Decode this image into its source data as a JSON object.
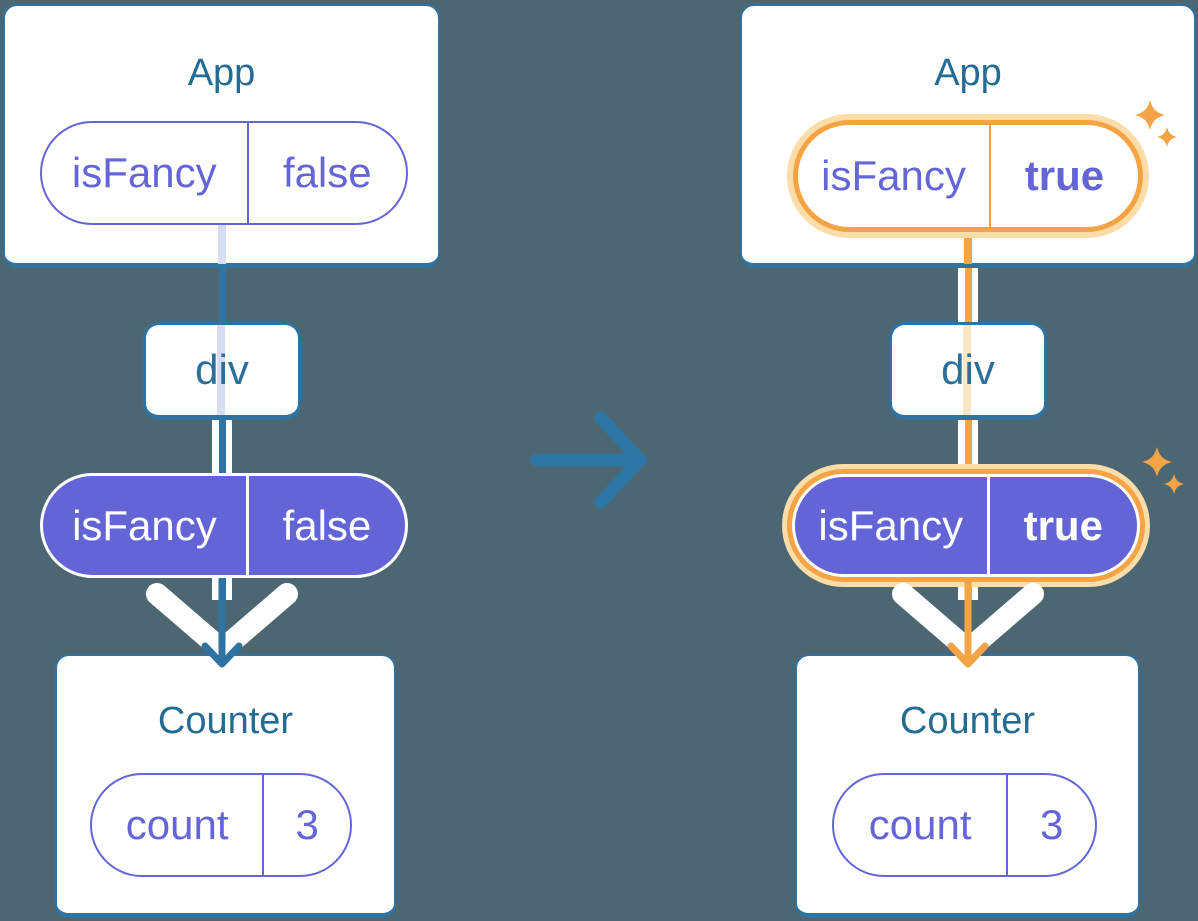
{
  "canvas": {
    "background": "#4D6772"
  },
  "colors": {
    "card_border": "#2E73A1",
    "title_text": "#256C92",
    "purple_text": "#6466D8",
    "purple_fill": "#6365D6",
    "teal_line": "#2E73A1",
    "lavender_line": "#D7DEF3",
    "peach_line": "#FAE7C5",
    "orange_highlight": "#F4A445",
    "orange_glow": "#FBDDA9",
    "arrow_white": "#FFFFFF"
  },
  "icons": {
    "sparkle": "four-point-star",
    "transition_arrow": "right-arrow",
    "flow_arrow": "down-chevron-arrow"
  },
  "left_tree": {
    "app": {
      "title": "App",
      "prop": {
        "name": "isFancy",
        "value": "false"
      }
    },
    "div_box": {
      "label": "div"
    },
    "prop_pill": {
      "name": "isFancy",
      "value": "false"
    },
    "counter": {
      "title": "Counter",
      "state": {
        "name": "count",
        "value": "3"
      }
    }
  },
  "right_tree": {
    "app": {
      "title": "App",
      "prop": {
        "name": "isFancy",
        "value": "true"
      }
    },
    "div_box": {
      "label": "div"
    },
    "prop_pill": {
      "name": "isFancy",
      "value": "true"
    },
    "counter": {
      "title": "Counter",
      "state": {
        "name": "count",
        "value": "3"
      }
    }
  }
}
